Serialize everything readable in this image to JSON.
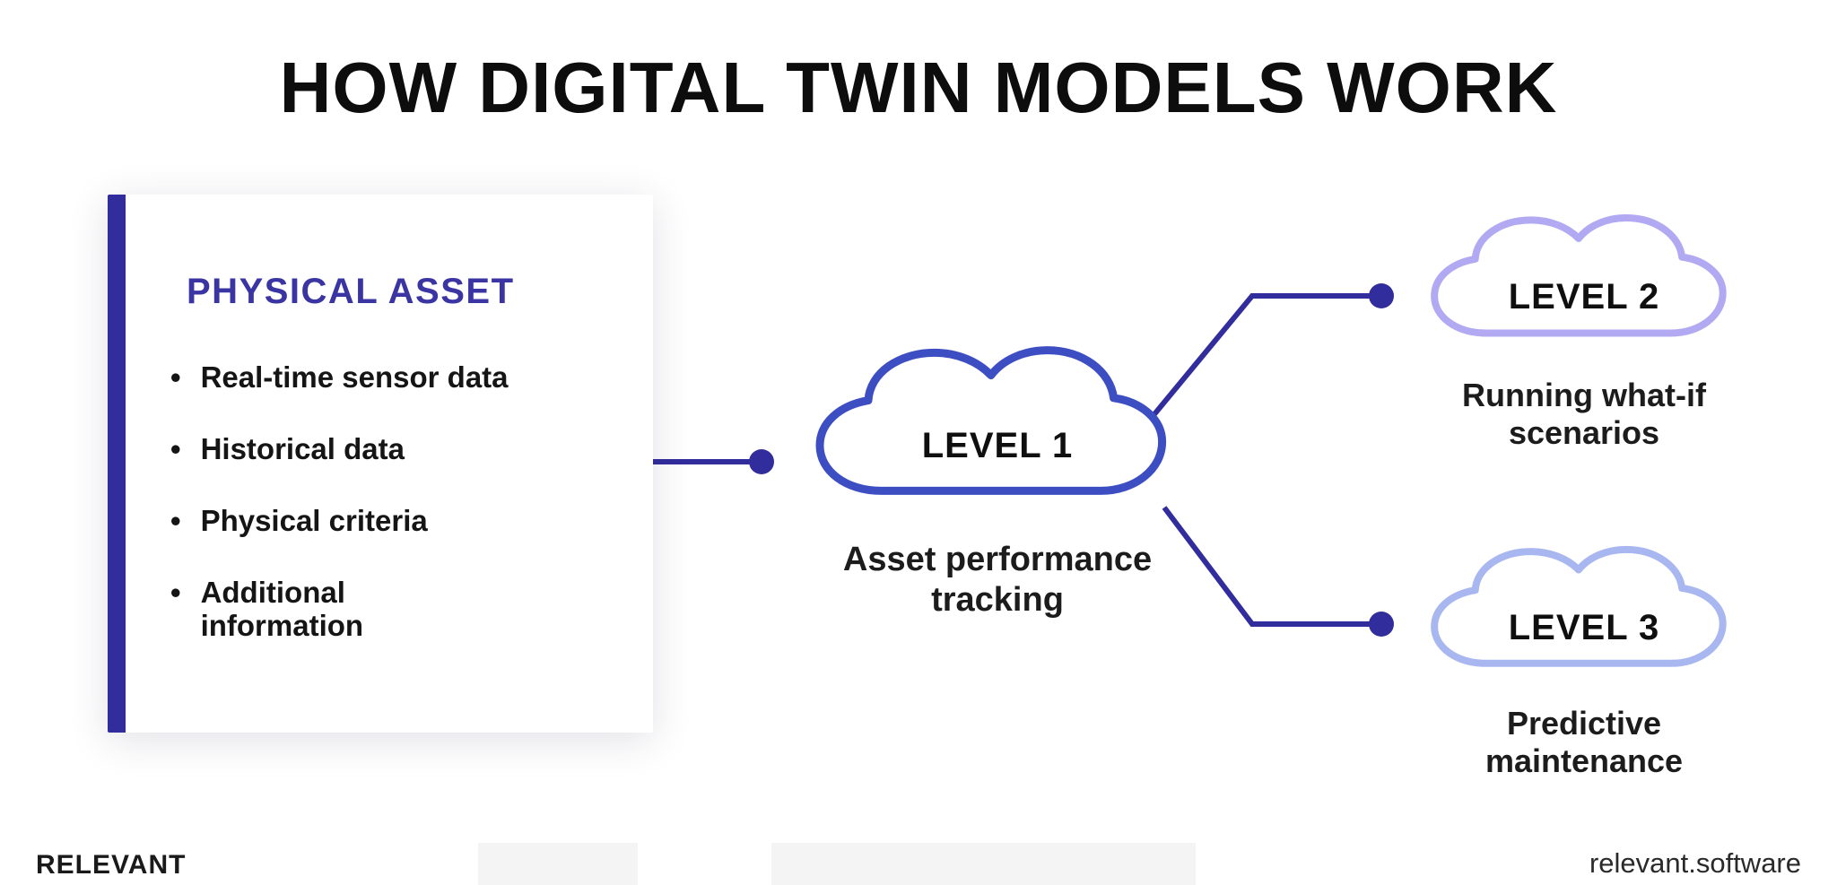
{
  "title": "HOW DIGITAL TWIN MODELS WORK",
  "card": {
    "heading": "PHYSICAL ASSET",
    "bullets": [
      "Real-time sensor data",
      "Historical data",
      "Physical criteria",
      "Additional\ninformation"
    ]
  },
  "clouds": {
    "level1": {
      "label": "LEVEL 1",
      "caption": "Asset performance tracking"
    },
    "level2": {
      "label": "LEVEL 2",
      "caption": "Running what-if scenarios"
    },
    "level3": {
      "label": "LEVEL 3",
      "caption": "Predictive maintenance"
    }
  },
  "footer": {
    "brand": "RELEVANT",
    "website": "relevant.software"
  },
  "colors": {
    "accent_indigo": "#322D9C",
    "cloud1_stroke": "#3D4EC3",
    "cloud2_stroke": "#B1AAF3",
    "cloud3_stroke": "#A9B7F1",
    "heading_indigo": "#3A35A3"
  }
}
